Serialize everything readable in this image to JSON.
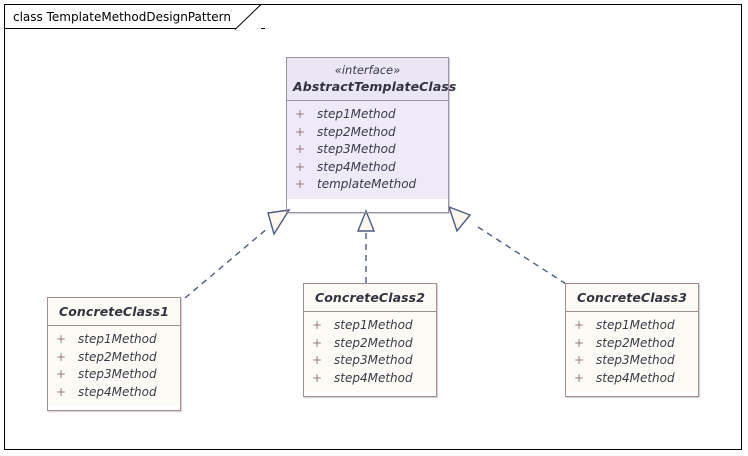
{
  "diagram": {
    "frame_label_prefix": "class",
    "frame_label": "class TemplateMethodDesignPattern",
    "name": "TemplateMethodDesignPattern",
    "colors": {
      "frame_border": "#000000",
      "abstract_fill": "#eeeaf7",
      "abstract_header_fill": "#eae6f3",
      "abstract_border": "#9b90a6",
      "concrete_fill": "#fdfbf6",
      "concrete_border": "#a08f93",
      "connector": "#4d5b80",
      "visibility_text": "#97777c",
      "member_text": "#3a3a45",
      "canvas": "#ffffff"
    }
  },
  "classes": {
    "abstract": {
      "stereotype": "«interface»",
      "name": "AbstractTemplateClass",
      "members": [
        {
          "visibility": "+",
          "name": "step1Method"
        },
        {
          "visibility": "+",
          "name": "step2Method"
        },
        {
          "visibility": "+",
          "name": "step3Method"
        },
        {
          "visibility": "+",
          "name": "step4Method"
        },
        {
          "visibility": "+",
          "name": "templateMethod"
        }
      ]
    },
    "concrete1": {
      "name": "ConcreteClass1",
      "members": [
        {
          "visibility": "+",
          "name": "step1Method"
        },
        {
          "visibility": "+",
          "name": "step2Method"
        },
        {
          "visibility": "+",
          "name": "step3Method"
        },
        {
          "visibility": "+",
          "name": "step4Method"
        }
      ]
    },
    "concrete2": {
      "name": "ConcreteClass2",
      "members": [
        {
          "visibility": "+",
          "name": "step1Method"
        },
        {
          "visibility": "+",
          "name": "step2Method"
        },
        {
          "visibility": "+",
          "name": "step3Method"
        },
        {
          "visibility": "+",
          "name": "step4Method"
        }
      ]
    },
    "concrete3": {
      "name": "ConcreteClass3",
      "members": [
        {
          "visibility": "+",
          "name": "step1Method"
        },
        {
          "visibility": "+",
          "name": "step2Method"
        },
        {
          "visibility": "+",
          "name": "step3Method"
        },
        {
          "visibility": "+",
          "name": "step4Method"
        }
      ]
    }
  },
  "connectors": [
    {
      "id": "realize-1",
      "type": "realization",
      "from": "ConcreteClass1",
      "to": "AbstractTemplateClass",
      "style": "dashed",
      "arrowhead": "hollow-triangle"
    },
    {
      "id": "realize-2",
      "type": "realization",
      "from": "ConcreteClass2",
      "to": "AbstractTemplateClass",
      "style": "dashed",
      "arrowhead": "hollow-triangle"
    },
    {
      "id": "realize-3",
      "type": "realization",
      "from": "ConcreteClass3",
      "to": "AbstractTemplateClass",
      "style": "dashed",
      "arrowhead": "hollow-triangle"
    }
  ]
}
